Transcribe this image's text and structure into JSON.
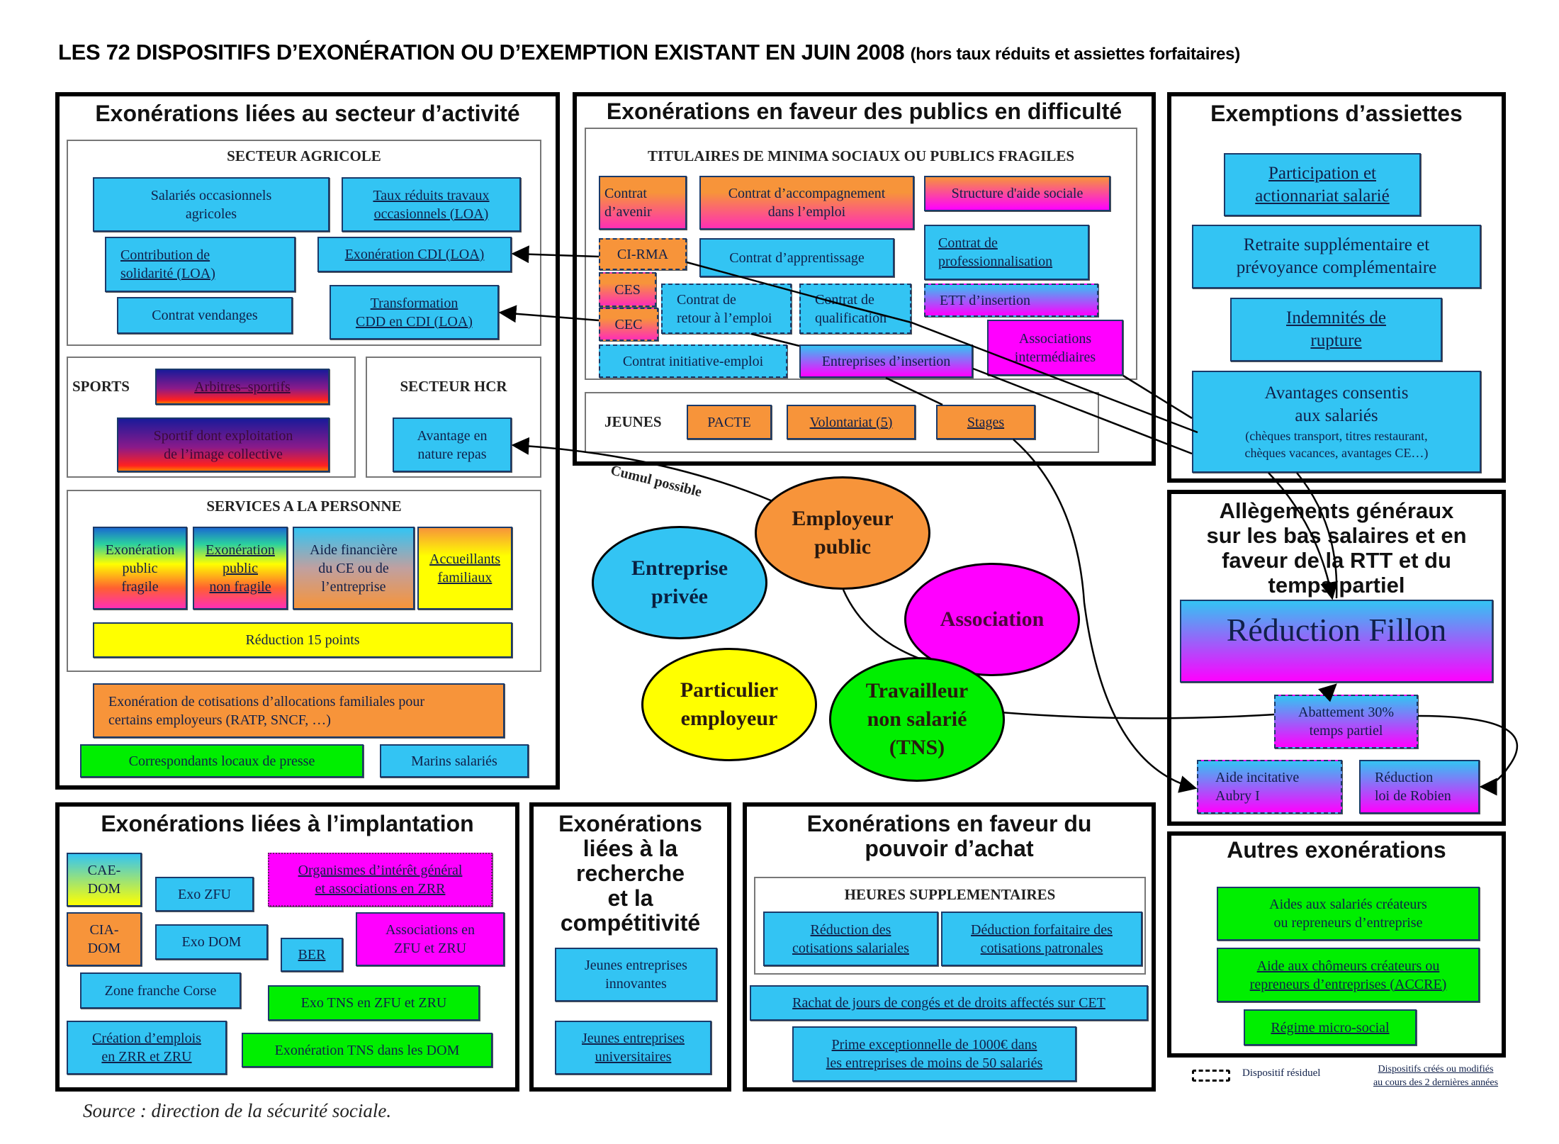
{
  "title": {
    "main": "LES  72 DISPOSITIFS D’EXONÉRATION OU D’EXEMPTION EXISTANT EN JUIN 2008",
    "sub": "(hors taux réduits et assiettes forfaitaires)"
  },
  "secteur": {
    "title": "Exonérations liées au secteur d’activité",
    "agricole": {
      "label": "SECTEUR AGRICOLE",
      "items": [
        "Salariés occasionnels\nagricoles",
        "Taux réduits travaux\noccasionnels (LOA)",
        "Contribution de\nsolidarité (LOA)",
        "Exonération CDI (LOA)",
        "Contrat vendanges",
        "Transformation\nCDD en CDI (LOA)"
      ]
    },
    "sports": {
      "label": "SPORTS",
      "items": [
        "Arbitres–sportifs",
        "Sportif dont exploitation\nde l’image collective"
      ]
    },
    "hcr": {
      "label": "SECTEUR HCR",
      "items": [
        "Avantage en\nnature repas"
      ]
    },
    "services": {
      "label": "SERVICES A LA PERSONNE",
      "items": [
        "Exonération\npublic\nfragile",
        "Exonération\npublic\nnon fragile",
        "Aide financière\ndu CE ou de\nl’entreprise",
        "Accueillants\nfamiliaux",
        "Réduction 15 points"
      ]
    },
    "others": [
      "Exonération de cotisations d’allocations familiales pour\ncertains employeurs (RATP, SNCF, …)",
      "Correspondants locaux de presse",
      "Marins salariés"
    ]
  },
  "publics": {
    "title": "Exonérations en faveur des publics en difficulté",
    "titulaires": {
      "label": "TITULAIRES DE MINIMA SOCIAUX OU PUBLICS FRAGILES",
      "items": [
        "Contrat\nd’avenir",
        "Contrat d’accompagnement\ndans l’emploi",
        "Structure d'aide sociale",
        "CI-RMA",
        "Contrat d’apprentissage",
        "Contrat de\nprofessionnalisation",
        "CES",
        "CEC",
        "Contrat de\nretour à l’emploi",
        "Contrat de\nqualification",
        "ETT d’insertion",
        "Associations\nintermédiaires",
        "Contrat initiative-emploi",
        "Entreprises d’insertion"
      ]
    },
    "jeunes": {
      "label": "JEUNES",
      "items": [
        "PACTE",
        "Volontariat (5)",
        "Stages"
      ]
    }
  },
  "assiettes": {
    "title": "Exemptions d’assiettes",
    "items": [
      "Participation et\nactionnariat salarié",
      "Retraite supplémentaire et\nprévoyance complémentaire",
      "Indemnités de\nrupture",
      "Avantages consentis\naux salariés"
    ],
    "avantages_detail": "(chèques transport, titres restaurant,\nchèques vacances, avantages CE…)"
  },
  "allegements": {
    "title": "Allègements généraux\nsur les bas salaires et en\nfaveur de la RTT et du\ntemps partiel",
    "items": [
      "Réduction Fillon",
      "Abattement 30%\ntemps partiel",
      "Aide incitative\nAubry I",
      "Réduction\nloi de Robien"
    ]
  },
  "autres": {
    "title": "Autres exonérations",
    "items": [
      "Aides aux salariés créateurs\nou repreneurs d’entreprise",
      "Aide aux chômeurs créateurs ou\nrepreneurs d’entreprises (ACCRE)",
      "Régime micro-social"
    ]
  },
  "implantation": {
    "title": "Exonérations liées à l’implantation",
    "items": [
      "CAE-\nDOM",
      "CIA-\nDOM",
      "Exo ZFU",
      "Exo DOM",
      "Organismes d’intérêt général\net associations en ZRR",
      "BER",
      "Associations en\nZFU et ZRU",
      "Zone franche Corse",
      "Exo TNS en ZFU et  ZRU",
      "Création d’emplois\nen ZRR et ZRU",
      "Exonération TNS dans les DOM"
    ]
  },
  "recherche": {
    "title": "Exonérations\nliées à la\nrecherche\net la\ncompétitivité",
    "items": [
      "Jeunes entreprises\ninnovantes",
      "Jeunes entreprises\nuniversitaires"
    ]
  },
  "pouvoir": {
    "title": "Exonérations en faveur du\npouvoir d’achat",
    "heures": {
      "label": "HEURES SUPPLEMENTAIRES",
      "items": [
        "Réduction des\ncotisations salariales",
        "Déduction forfaitaire des\ncotisations patronales"
      ]
    },
    "items": [
      "Rachat de jours de congés et de droits affectés sur CET",
      "Prime exceptionnelle de 1000€ dans\nles entreprises de moins de 50 salariés"
    ]
  },
  "employers": [
    "Employeur\npublic",
    "Entreprise\nprivée",
    "Association",
    "Particulier\nemployeur",
    "Travailleur\nnon salarié\n(TNS)"
  ],
  "cumul": "Cumul possible",
  "legend": {
    "residuel": "Dispositif résiduel",
    "nouveaux": "Dispositifs créés ou modifiés\nau cours des 2 dernières années"
  },
  "source": "Source : direction de la sécurité sociale.",
  "colors": {
    "blue": "#33c4f3",
    "orange": "#f7943a",
    "magenta": "#ff00ff",
    "green": "#00ef00",
    "yellow": "#ffff00"
  }
}
